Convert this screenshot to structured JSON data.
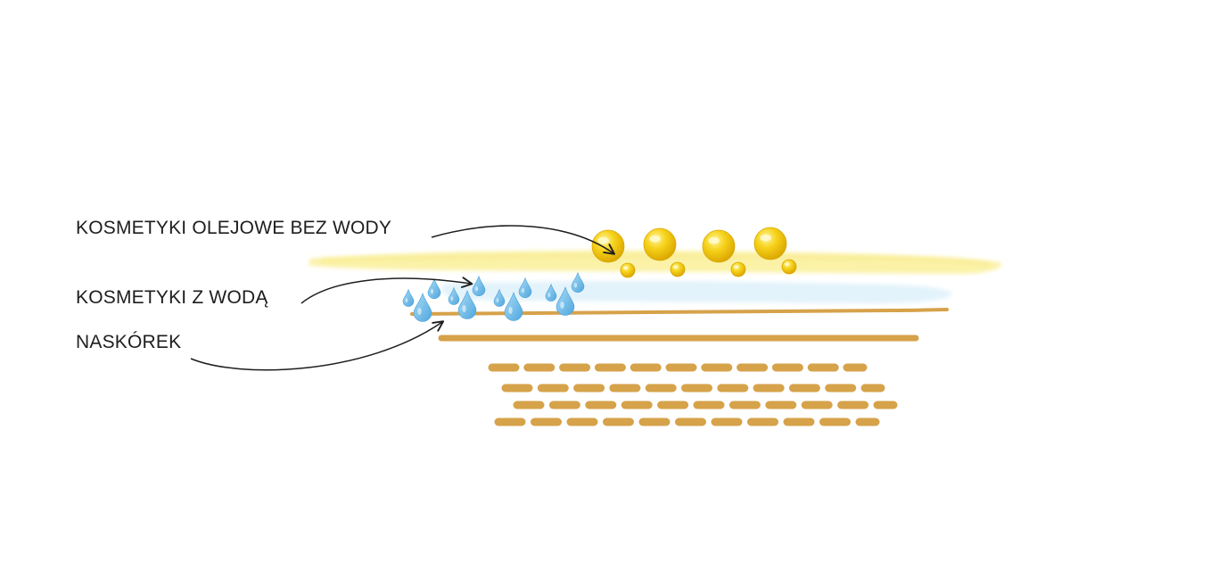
{
  "labels": {
    "oil": "KOSMETYKI OLEJOWE BEZ WODY",
    "water": "KOSMETYKI Z WODĄ",
    "skin": "NASKÓREK"
  },
  "colors": {
    "oil_layer": "#fbf2a8",
    "oil_drop": "#f2c80f",
    "water_layer": "#e3f3fb",
    "water_drop": "#6cb9e8",
    "skin": "#d6a24a",
    "text": "#1e1e1e",
    "arrow": "#1e1e1e"
  },
  "icons": {
    "oil": "oil-drop-icon",
    "water": "water-drop-icon",
    "arrow": "curved-arrow-icon"
  }
}
